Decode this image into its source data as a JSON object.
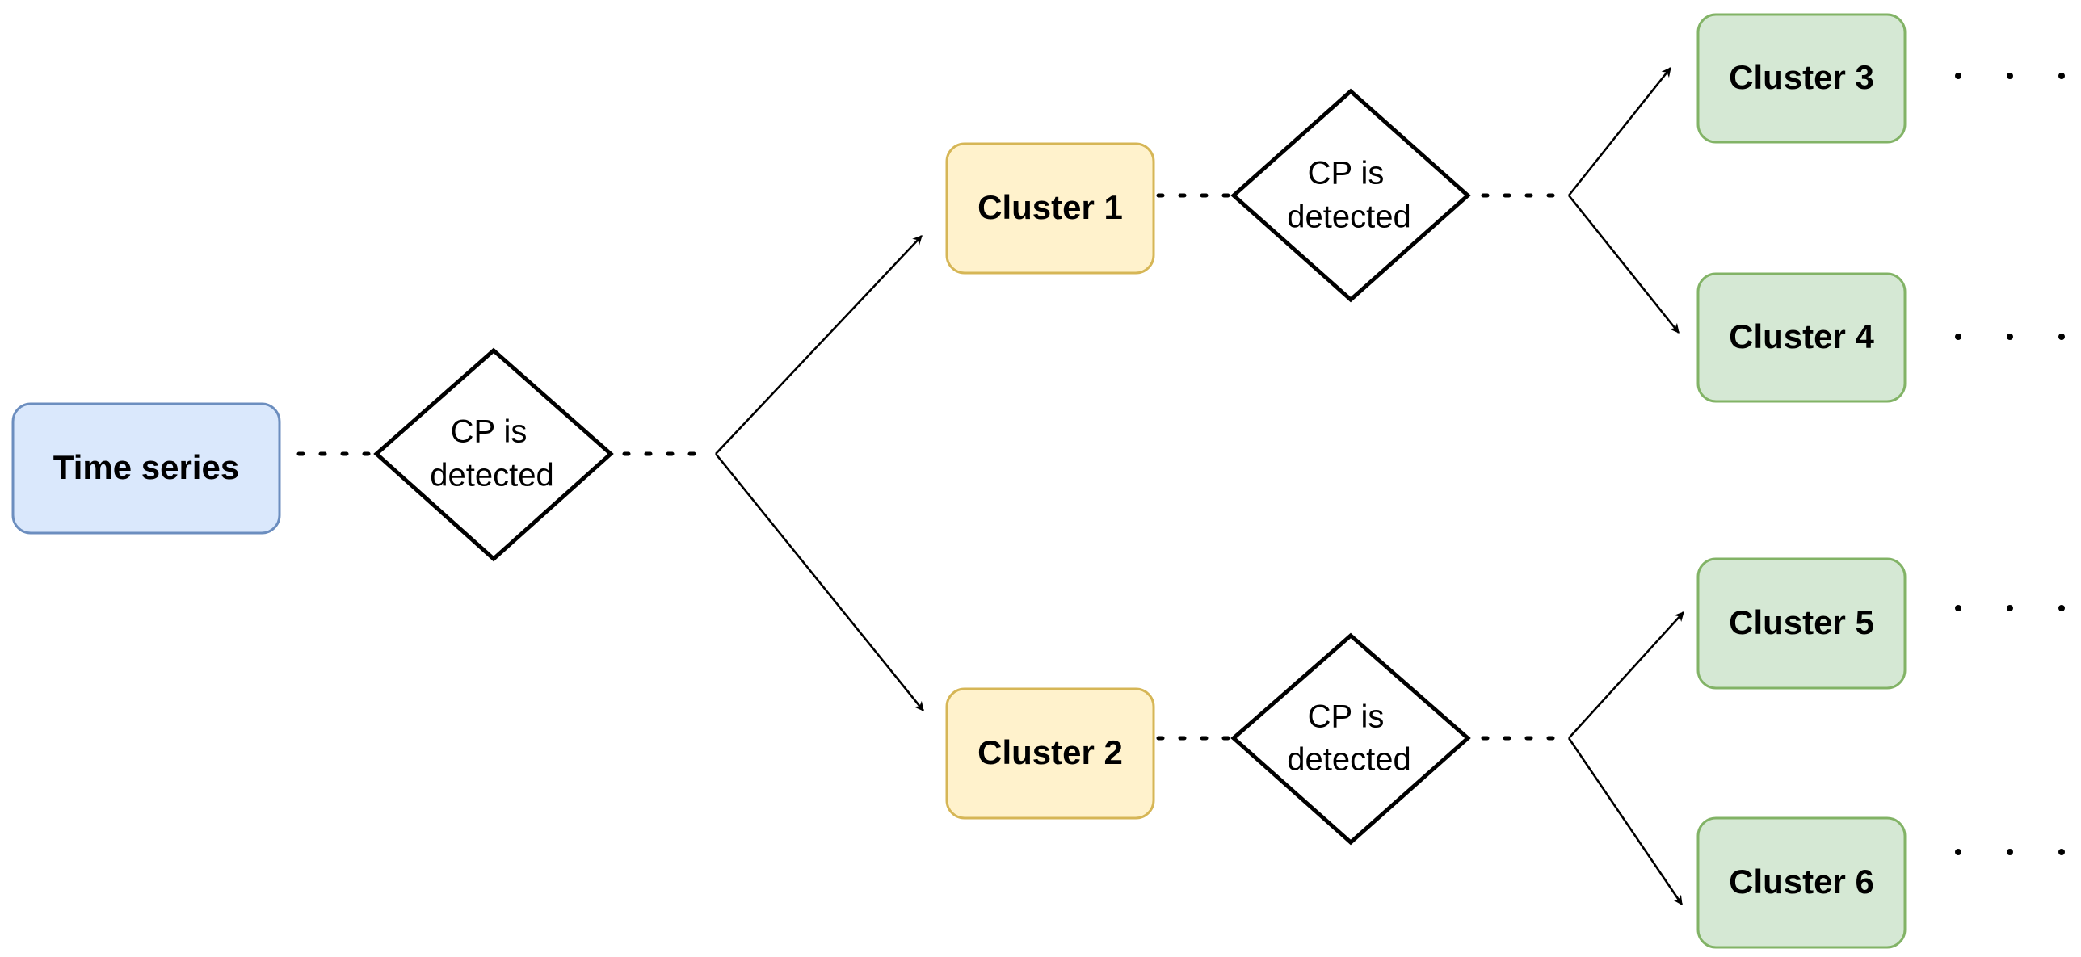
{
  "diagram": {
    "root": {
      "label": "Time series",
      "fill": "#dae8fc",
      "stroke": "#6c8ebf"
    },
    "decision_label": {
      "line1": "CP is",
      "line2": "detected"
    },
    "level1": [
      {
        "label": "Cluster 1",
        "fill": "#fff2cc",
        "stroke": "#d6b656"
      },
      {
        "label": "Cluster 2",
        "fill": "#fff2cc",
        "stroke": "#d6b656"
      }
    ],
    "level2": [
      {
        "label": "Cluster 3",
        "fill": "#d5e8d4",
        "stroke": "#82b366"
      },
      {
        "label": "Cluster 4",
        "fill": "#d5e8d4",
        "stroke": "#82b366"
      },
      {
        "label": "Cluster 5",
        "fill": "#d5e8d4",
        "stroke": "#82b366"
      },
      {
        "label": "Cluster 6",
        "fill": "#d5e8d4",
        "stroke": "#82b366"
      }
    ]
  }
}
